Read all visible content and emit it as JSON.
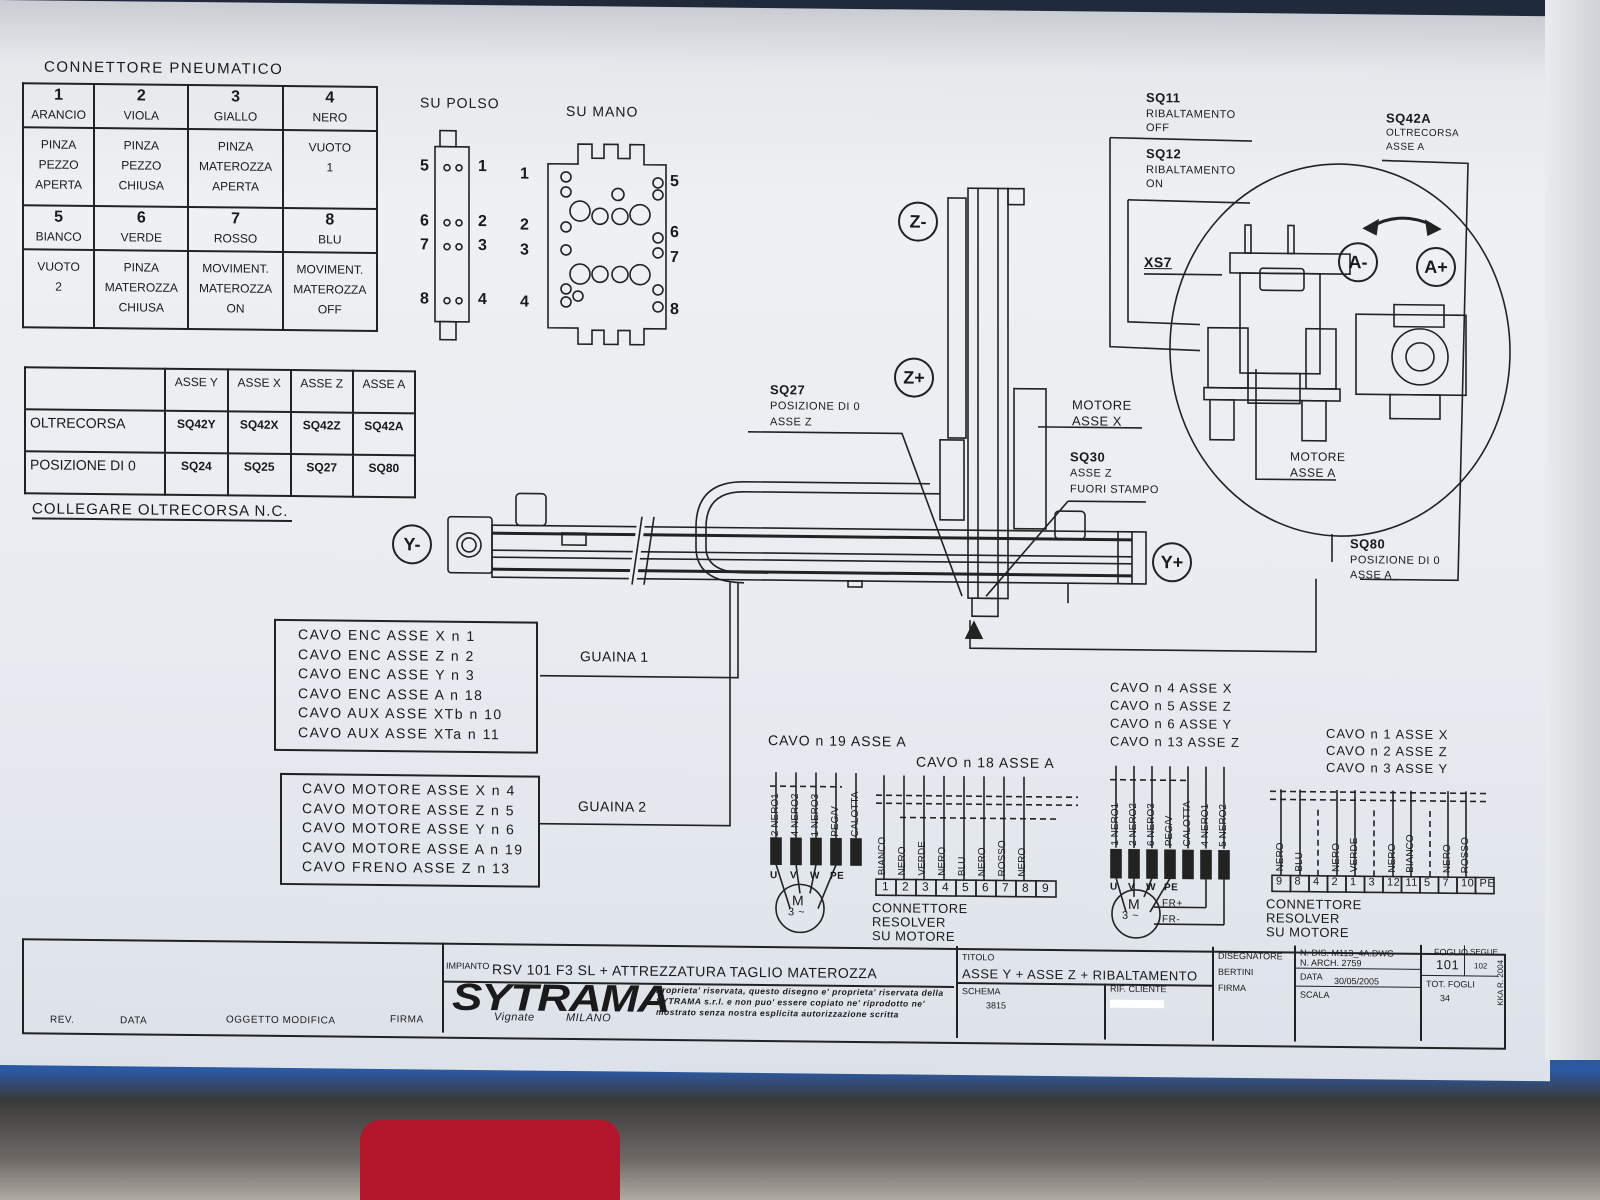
{
  "pneumatic_connector": {
    "title": "CONNETTORE PNEUMATICO",
    "cells": [
      {
        "num": "1",
        "color": "ARANCIO",
        "func": [
          "PINZA",
          "PEZZO",
          "APERTA"
        ]
      },
      {
        "num": "2",
        "color": "VIOLA",
        "func": [
          "PINZA",
          "PEZZO",
          "CHIUSA"
        ]
      },
      {
        "num": "3",
        "color": "GIALLO",
        "func": [
          "PINZA",
          "MATEROZZA",
          "APERTA"
        ]
      },
      {
        "num": "4",
        "color": "NERO",
        "func": [
          "VUOTO",
          "1",
          ""
        ]
      },
      {
        "num": "5",
        "color": "BIANCO",
        "func": [
          "VUOTO",
          "2",
          ""
        ]
      },
      {
        "num": "6",
        "color": "VERDE",
        "func": [
          "PINZA",
          "MATEROZZA",
          "CHIUSA"
        ]
      },
      {
        "num": "7",
        "color": "ROSSO",
        "func": [
          "MOVIMENT.",
          "MATEROZZA",
          "ON"
        ]
      },
      {
        "num": "8",
        "color": "BLU",
        "func": [
          "MOVIMENT.",
          "MATEROZZA",
          "OFF"
        ]
      }
    ]
  },
  "sensor_table": {
    "columns": [
      "",
      "ASSE Y",
      "ASSE X",
      "ASSE Z",
      "ASSE A"
    ],
    "rows": [
      {
        "label": "OLTRECORSA",
        "values": [
          "SQ42Y",
          "SQ42X",
          "SQ42Z",
          "SQ42A"
        ]
      },
      {
        "label": "POSIZIONE DI 0",
        "values": [
          "SQ24",
          "SQ25",
          "SQ27",
          "SQ80"
        ]
      }
    ],
    "note": "COLLEGARE OLTRECORSA N.C."
  },
  "wrist": {
    "polso_title": "SU POLSO",
    "mano_title": "SU MANO",
    "polso_left": [
      "5",
      "6",
      "7",
      "8"
    ],
    "polso_right": [
      "1",
      "2",
      "3",
      "4"
    ],
    "mano_left": [
      "1",
      "2",
      "3",
      "4"
    ],
    "mano_right": [
      "5",
      "6",
      "7",
      "8"
    ]
  },
  "axes": {
    "z_minus": "Z-",
    "z_plus": "Z+",
    "y_minus": "Y-",
    "y_plus": "Y+",
    "a_minus": "A-",
    "a_plus": "A+"
  },
  "callouts": {
    "sq11": {
      "code": "SQ11",
      "l1": "RIBALTAMENTO",
      "l2": "OFF"
    },
    "sq12": {
      "code": "SQ12",
      "l1": "RIBALTAMENTO",
      "l2": "ON"
    },
    "sq42a": {
      "code": "SQ42A",
      "l1": "OLTRECORSA",
      "l2": "ASSE A"
    },
    "xs7": "XS7",
    "sq27": {
      "code": "SQ27",
      "l1": "POSIZIONE DI 0",
      "l2": "ASSE Z"
    },
    "motore_x": {
      "l1": "MOTORE",
      "l2": "ASSE X"
    },
    "sq30": {
      "code": "SQ30",
      "l1": "ASSE Z",
      "l2": "FUORI STAMPO"
    },
    "motore_a": {
      "l1": "MOTORE",
      "l2": "ASSE A"
    },
    "sq80": {
      "code": "SQ80",
      "l1": "POSIZIONE DI 0",
      "l2": "ASSE A"
    }
  },
  "sheath1": {
    "label": "GUAINA 1",
    "cables": [
      "CAVO ENC ASSE X n 1",
      "CAVO ENC ASSE Z n 2",
      "CAVO ENC ASSE Y n 3",
      "CAVO ENC ASSE A n 18",
      "CAVO AUX ASSE XTb n 10",
      "CAVO AUX ASSE XTa n 11"
    ]
  },
  "sheath2": {
    "label": "GUAINA 2",
    "cables": [
      "CAVO MOTORE ASSE X n 4",
      "CAVO MOTORE ASSE Z n 5",
      "CAVO MOTORE ASSE Y n 6",
      "CAVO MOTORE ASSE A n 19",
      "CAVO FRENO ASSE Z n 13"
    ]
  },
  "motor_a": {
    "title": "CAVO n 19 ASSE A",
    "wires": [
      "2 NERO1",
      "4 NERO2",
      "1 NERO3",
      "PEG/V",
      "CALOTTA"
    ],
    "terminals": [
      "U",
      "V",
      "W",
      "PE"
    ],
    "motor_symbol": "M",
    "motor_sub": "3 ~"
  },
  "resolver_a": {
    "title": "CAVO n 18 ASSE A",
    "wires": [
      "BIANCO",
      "NERO",
      "VERDE",
      "NERO",
      "BLU",
      "NERO",
      "ROSSO",
      "NERO"
    ],
    "pins": [
      "1",
      "2",
      "3",
      "4",
      "5",
      "6",
      "7",
      "8",
      "9"
    ],
    "caption": [
      "CONNETTORE",
      "RESOLVER",
      "SU MOTORE"
    ]
  },
  "motor_xyz": {
    "titles": [
      "CAVO n 4 ASSE X",
      "CAVO n 5 ASSE Z",
      "CAVO n 6 ASSE Y",
      "CAVO n 13 ASSE Z"
    ],
    "wires": [
      "1 NERO1",
      "2 NERO2",
      "6 NERO3",
      "PEG/V",
      "CALOTTA",
      "4 NERO1",
      "5 NERO2"
    ],
    "terminals": [
      "U",
      "V",
      "W",
      "PE"
    ],
    "brake": [
      "FR+",
      "FR-"
    ],
    "motor_symbol": "M",
    "motor_sub": "3 ~"
  },
  "resolver_xyz": {
    "titles": [
      "CAVO n 1 ASSE X",
      "CAVO n 2 ASSE Z",
      "CAVO n 3 ASSE Y"
    ],
    "wires": [
      "NERO",
      "BLU",
      "NERO",
      "VERDE",
      "NERO",
      "BIANCO",
      "NERO",
      "ROSSO"
    ],
    "pins": [
      "9",
      "8",
      "4",
      "2",
      "1",
      "3",
      "12",
      "11",
      "5",
      "7",
      "10",
      "PE"
    ],
    "caption": [
      "CONNETTORE",
      "RESOLVER",
      "SU MOTORE"
    ]
  },
  "title_block": {
    "rev": "REV.",
    "data": "DATA",
    "oggetto": "OGGETTO MODIFICA",
    "firma": "FIRMA",
    "impianto_label": "IMPIANTO",
    "impianto": "RSV 101 F3 SL + ATTREZZATURA TAGLIO MATEROZZA",
    "logo": "SYTRAMA",
    "logo_city1": "Vignate",
    "logo_city2": "MILANO",
    "disclaimer": [
      "Proprieta' riservata, questo disegno e' proprieta' riservata della",
      "SYTRAMA s.r.l. e non puo' essere copiato ne' riprodotto ne'",
      "mostrato senza nostra esplicita autorizzazione scritta"
    ],
    "titolo_label": "TITOLO",
    "titolo": "ASSE Y + ASSE Z + RIBALTAMENTO",
    "schema_label": "SCHEMA",
    "schema": "3815",
    "rif_label": "RIF. CLIENTE",
    "disegnatore_label": "DISEGNATORE",
    "disegnatore": "BERTINI",
    "firma_label": "FIRMA",
    "ndis": "N. DIS. M113_4A.DWG",
    "narch": "N. ARCH. 2759",
    "data_label": "DATA",
    "data_value": "30/05/2005",
    "scala_label": "SCALA",
    "foglio_label": "FOGLIO",
    "foglio": "101",
    "segue_label": "SEGUE",
    "segue": "102",
    "tot_label": "TOT. FOGLI",
    "tot": "34",
    "side_code": "KKA R. 2004"
  }
}
